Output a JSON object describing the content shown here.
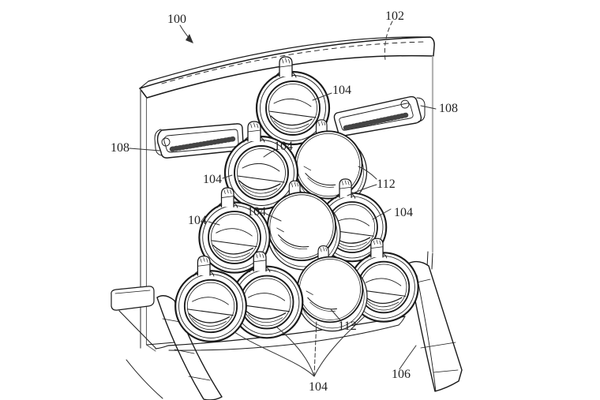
{
  "figure": {
    "type": "patent-line-drawing",
    "background_color": "#ffffff",
    "line_color": "#1a1a1a",
    "panel_edge_color": "#b3b3b3",
    "reference_labels": [
      {
        "text": "100"
      },
      {
        "text": "102"
      },
      {
        "text": "104"
      },
      {
        "text": "104"
      },
      {
        "text": "104"
      },
      {
        "text": "104"
      },
      {
        "text": "104"
      },
      {
        "text": "104"
      },
      {
        "text": "104"
      },
      {
        "text": "106"
      },
      {
        "text": "108"
      },
      {
        "text": "108"
      },
      {
        "text": "112"
      },
      {
        "text": "112"
      }
    ]
  }
}
